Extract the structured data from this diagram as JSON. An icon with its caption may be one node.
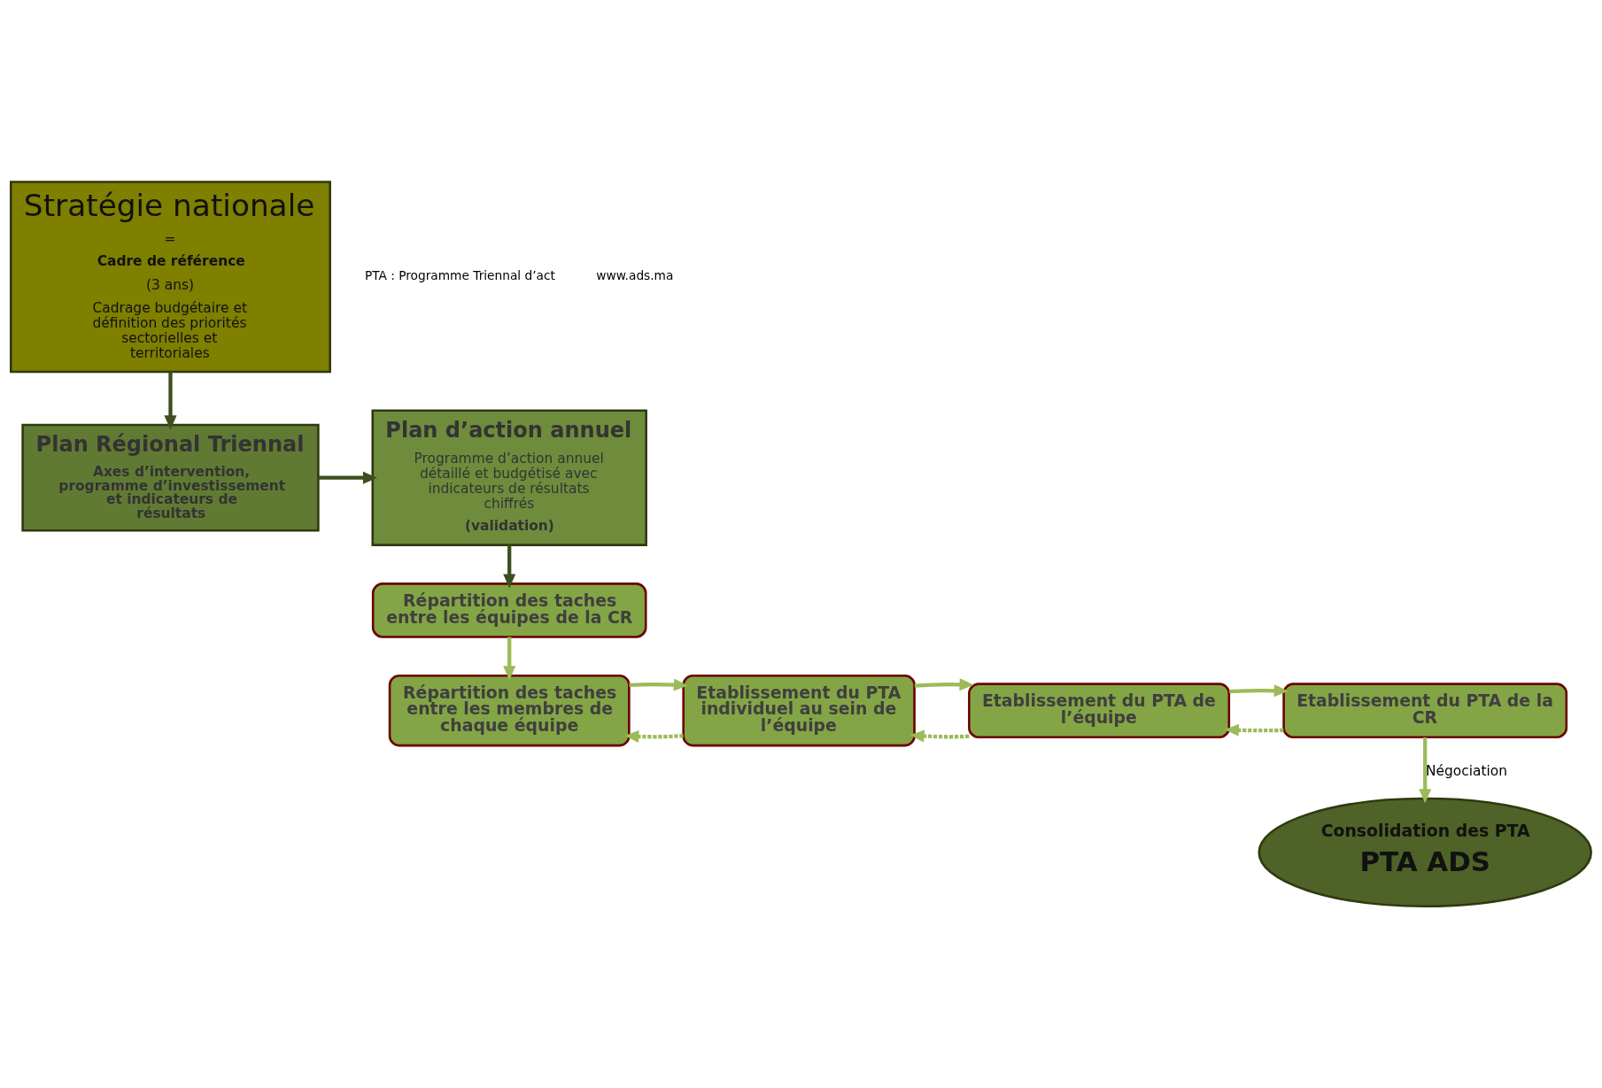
{
  "diagram": {
    "nodes": [
      {
        "text": [
          "Stratégie nationale",
          "=",
          "Cadre de référence",
          "(3 ans)",
          "Cadrage budgétaire et définition des priorités sectorielles et territoriales"
        ]
      },
      {
        "text": [
          "Plan Régional Triennal",
          "Axes d’intervention, programme d’investissement et indicateurs de résultats"
        ]
      },
      {
        "text": [
          "Plan d’action annuel",
          "Programme d’action annuel détaillé et budgétisé avec indicateurs de résultats chiffrés",
          "(validation)"
        ]
      },
      {
        "text": [
          "Répartition des taches entre les équipes de la CR"
        ]
      },
      {
        "text": [
          "Répartition des taches entre les membres de chaque équipe"
        ]
      },
      {
        "text": [
          "Consolidation des PTA",
          "PTA ADS"
        ]
      },
      {
        "text": [
          "Etablissement du PTA de la CR"
        ]
      },
      {
        "text": [
          "Etablissement du PTA de l’équipe"
        ]
      },
      {
        "text": [
          "Etablissement du PTA individuel au sein de l’équipe"
        ]
      }
    ],
    "edges": [
      {
        "from": 0,
        "to": 1,
        "arrow": "to",
        "color": "#3c4f1e"
      },
      {
        "from": 1,
        "to": 2,
        "arrow": "to",
        "color": "#3c4f1e"
      },
      {
        "from": 2,
        "to": 3,
        "arrow": "to",
        "color": "#3c4f1e"
      },
      {
        "from": 3,
        "to": 4,
        "arrow": "to"
      },
      {
        "from": 6,
        "to": 7,
        "arrow": "to",
        "style": "dashed"
      },
      {
        "from": 7,
        "to": 8,
        "arrow": "to",
        "style": "dashed"
      },
      {
        "from": 8,
        "to": 4,
        "arrow": "to",
        "style": "dashed"
      },
      {
        "from": 4,
        "to": 8,
        "arrow": "to"
      },
      {
        "from": 8,
        "to": 7,
        "arrow": "to"
      },
      {
        "from": 7,
        "to": 6,
        "arrow": "to"
      },
      {
        "from": 6,
        "to": 5,
        "arrow": "to",
        "label": "Négociation"
      }
    ],
    "labels": [
      "PTA : Programme Triennal d’act",
      "www.ads.ma"
    ]
  }
}
